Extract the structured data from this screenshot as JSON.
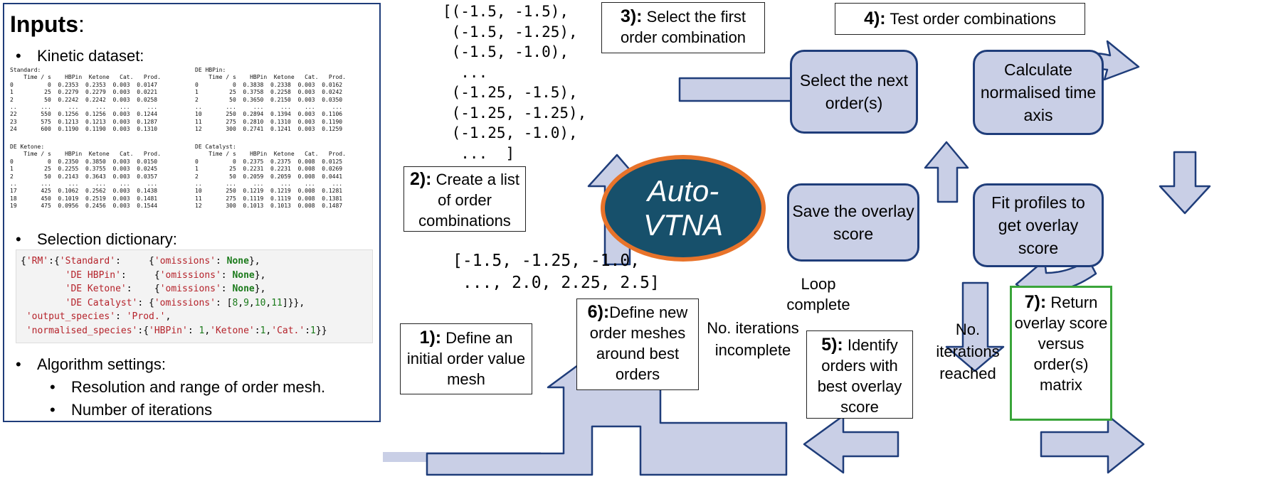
{
  "inputs": {
    "title": "Inputs",
    "title_colon": ":",
    "kinetic_label": "Kinetic dataset:",
    "selection_label": "Selection dictionary:",
    "algorithm_label": "Algorithm settings:",
    "algorithm_items": [
      "Resolution and range of order mesh.",
      "Number of iterations"
    ],
    "tables": [
      {
        "name": "Standard:",
        "header": "    Time / s    HBPin  Ketone   Cat.   Prod.",
        "rows": [
          "0          0  0.2353  0.2353  0.003  0.0147",
          "1         25  0.2279  0.2279  0.003  0.0221",
          "2         50  0.2242  0.2242  0.003  0.0258",
          "..       ...     ...     ...    ...     ...",
          "22       550  0.1256  0.1256  0.003  0.1244",
          "23       575  0.1213  0.1213  0.003  0.1287",
          "24       600  0.1190  0.1190  0.003  0.1310"
        ]
      },
      {
        "name": "DE HBPin:",
        "header": "    Time / s    HBPin  Ketone   Cat.   Prod.",
        "rows": [
          "0          0  0.3838  0.2338  0.003  0.0162",
          "1         25  0.3758  0.2258  0.003  0.0242",
          "2         50  0.3650  0.2150  0.003  0.0350",
          "..       ...     ...     ...    ...     ...",
          "10       250  0.2894  0.1394  0.003  0.1106",
          "11       275  0.2810  0.1310  0.003  0.1190",
          "12       300  0.2741  0.1241  0.003  0.1259"
        ]
      },
      {
        "name": "DE Ketone:",
        "header": "    Time / s    HBPin  Ketone   Cat.   Prod.",
        "rows": [
          "0          0  0.2350  0.3850  0.003  0.0150",
          "1         25  0.2255  0.3755  0.003  0.0245",
          "2         50  0.2143  0.3643  0.003  0.0357",
          "..       ...     ...     ...    ...     ...",
          "17       425  0.1062  0.2562  0.003  0.1438",
          "18       450  0.1019  0.2519  0.003  0.1481",
          "19       475  0.0956  0.2456  0.003  0.1544"
        ]
      },
      {
        "name": "DE Catalyst:",
        "header": "    Time / s    HBPin  Ketone   Cat.   Prod.",
        "rows": [
          "0          0  0.2375  0.2375  0.008  0.0125",
          "1         25  0.2231  0.2231  0.008  0.0269",
          "2         50  0.2059  0.2059  0.008  0.0441",
          "..       ...     ...     ...    ...     ...",
          "10       250  0.1219  0.1219  0.008  0.1281",
          "11       275  0.1119  0.1119  0.008  0.1381",
          "12       300  0.1013  0.1013  0.008  0.1487"
        ]
      }
    ]
  },
  "dict_lines": [
    [
      [
        "p",
        "{"
      ],
      [
        "s",
        "'RM'"
      ],
      [
        "p",
        ":{"
      ],
      [
        "s",
        "'Standard'"
      ],
      [
        "p",
        ":     {"
      ],
      [
        "s",
        "'omissions'"
      ],
      [
        "p",
        ": "
      ],
      [
        "k",
        "None"
      ],
      [
        "p",
        "},"
      ]
    ],
    [
      [
        "p",
        "        "
      ],
      [
        "s",
        "'DE HBPin'"
      ],
      [
        "p",
        ":     {"
      ],
      [
        "s",
        "'omissions'"
      ],
      [
        "p",
        ": "
      ],
      [
        "k",
        "None"
      ],
      [
        "p",
        "},"
      ]
    ],
    [
      [
        "p",
        "        "
      ],
      [
        "s",
        "'DE Ketone'"
      ],
      [
        "p",
        ":    {"
      ],
      [
        "s",
        "'omissions'"
      ],
      [
        "p",
        ": "
      ],
      [
        "k",
        "None"
      ],
      [
        "p",
        "},"
      ]
    ],
    [
      [
        "p",
        "        "
      ],
      [
        "s",
        "'DE Catalyst'"
      ],
      [
        "p",
        ": {"
      ],
      [
        "s",
        "'omissions'"
      ],
      [
        "p",
        ": ["
      ],
      [
        "n",
        "8"
      ],
      [
        "p",
        ","
      ],
      [
        "n",
        "9"
      ],
      [
        "p",
        ","
      ],
      [
        "n",
        "10"
      ],
      [
        "p",
        ","
      ],
      [
        "n",
        "11"
      ],
      [
        "p",
        "]}},"
      ]
    ],
    [
      [
        "p",
        " "
      ],
      [
        "s",
        "'output_species'"
      ],
      [
        "p",
        ": "
      ],
      [
        "s",
        "'Prod.'"
      ],
      [
        "p",
        ","
      ]
    ],
    [
      [
        "p",
        " "
      ],
      [
        "s",
        "'normalised_species'"
      ],
      [
        "p",
        ":{"
      ],
      [
        "s",
        "'HBPin'"
      ],
      [
        "p",
        ": "
      ],
      [
        "n",
        "1"
      ],
      [
        "p",
        ","
      ],
      [
        "s",
        "'Ketone'"
      ],
      [
        "p",
        ":"
      ],
      [
        "n",
        "1"
      ],
      [
        "p",
        ","
      ],
      [
        "s",
        "'Cat.'"
      ],
      [
        "p",
        ":"
      ],
      [
        "n",
        "1"
      ],
      [
        "p",
        "}}"
      ]
    ]
  ],
  "order_combinations": [
    "[(-1.5, -1.5),",
    " (-1.5, -1.25),",
    " (-1.5, -1.0),",
    "  ...",
    " (-1.25, -1.5),",
    " (-1.25, -1.25),",
    " (-1.25, -1.0),",
    "  ...  ]"
  ],
  "order_values": [
    "[-1.5, -1.25, -1.0,",
    " ..., 2.0, 2.25, 2.5]"
  ],
  "steps": {
    "s1": {
      "num": "1):",
      "text": "Define an initial order value mesh"
    },
    "s2": {
      "num": "2):",
      "text": "Create a list of order combinations"
    },
    "s3": {
      "num": "3):",
      "text": "Select the first order combination"
    },
    "s4": {
      "num": "4):",
      "text": "Test order combinations"
    },
    "s5": {
      "num": "5):",
      "text": "Identify orders with best overlay score"
    },
    "s6": {
      "num": "6):",
      "text": "Define new order meshes around best orders"
    },
    "s7": {
      "num": "7):",
      "text": "Return overlay score versus order(s) matrix"
    }
  },
  "loop": {
    "select_next": "Select the next order(s)",
    "calculate": "Calculate normalised time axis",
    "fit": "Fit profiles to get overlay score",
    "save": "Save the overlay score"
  },
  "logo": {
    "line1": "Auto-",
    "line2": "VTNA"
  },
  "labels": {
    "loop_complete": "Loop complete",
    "iterations_incomplete": "No. iterations incomplete",
    "iterations_reached": "No. iterations reached"
  },
  "colors": {
    "arrow_fill": "#c9cfe6",
    "arrow_stroke": "#1f3d7a",
    "logo_fill": "#17506b",
    "logo_ring": "#e8732a",
    "final_border": "#3aa53a"
  }
}
